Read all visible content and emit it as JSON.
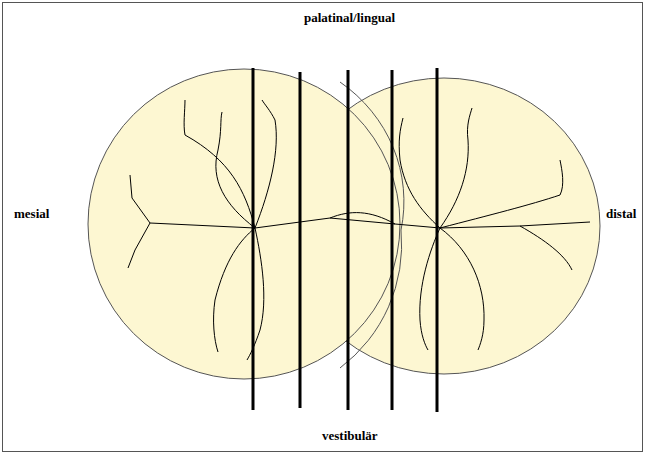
{
  "diagram": {
    "labels": [
      "palatinal/lingual",
      "mesial",
      "distal",
      "vestibulär"
    ]
  }
}
